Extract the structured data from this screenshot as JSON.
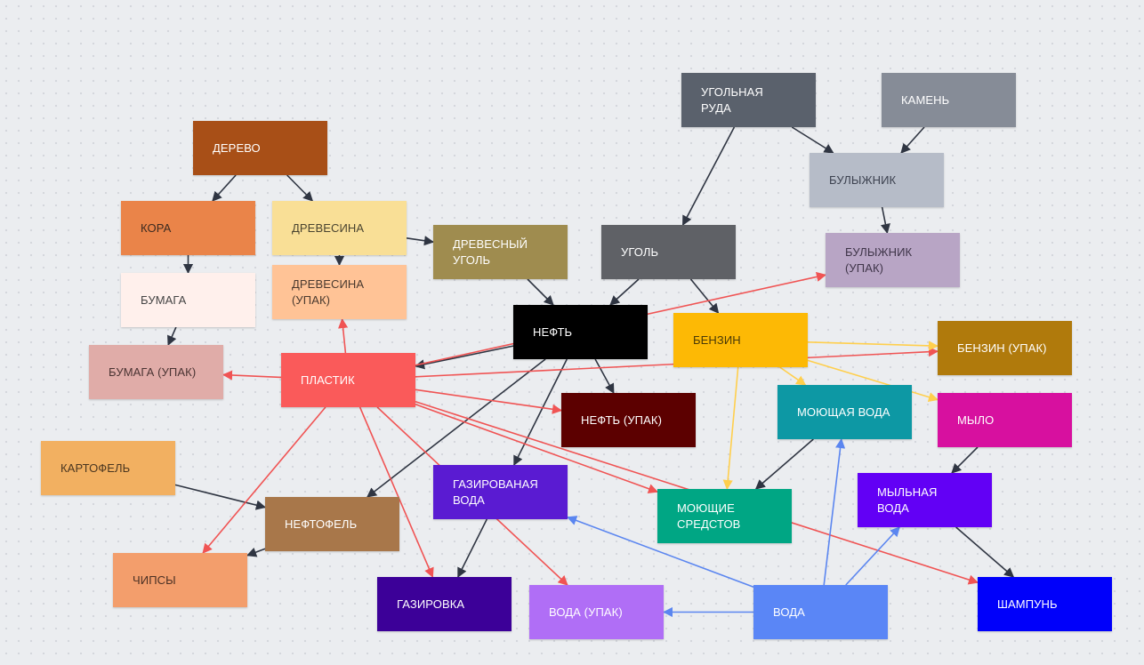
{
  "colors": {
    "edge_dark": "#2f3542",
    "edge_red": "#f05454",
    "edge_yellow": "#ffcf4d",
    "edge_blue": "#5b86f0"
  },
  "nodes": [
    {
      "id": "derevo",
      "label": "ДЕРЕВО",
      "bg": "#a84f17",
      "fg": "#ffffff"
    },
    {
      "id": "kora",
      "label": "КОРА",
      "bg": "#ea8449",
      "fg": "#3b2a20"
    },
    {
      "id": "drevesina",
      "label": "ДРЕВЕСИНА",
      "bg": "#f9df96",
      "fg": "#4a4430"
    },
    {
      "id": "bumaga",
      "label": "БУМАГА",
      "bg": "#fff0ec",
      "fg": "#444444"
    },
    {
      "id": "drevesina_upak",
      "label": "ДРЕВЕСИНА (УПАК)",
      "bg": "#ffc396",
      "fg": "#4a3a2f"
    },
    {
      "id": "bumaga_upak",
      "label": "БУМАГА (УПАК)",
      "bg": "#e0aca8",
      "fg": "#4a3433"
    },
    {
      "id": "drevesny_ugol",
      "label": "ДРЕВЕСНЫЙ УГОЛЬ",
      "bg": "#9f8c4f",
      "fg": "#ffffff"
    },
    {
      "id": "ugolnaya_ruda",
      "label": "УГОЛЬНАЯ РУДА",
      "bg": "#5a616c",
      "fg": "#ffffff"
    },
    {
      "id": "kamen",
      "label": "КАМЕНЬ",
      "bg": "#868c97",
      "fg": "#ffffff"
    },
    {
      "id": "bulyzhnik",
      "label": "БУЛЫЖНИК",
      "bg": "#b6bcc8",
      "fg": "#3d4250"
    },
    {
      "id": "ugol",
      "label": "УГОЛЬ",
      "bg": "#5f6166",
      "fg": "#ffffff"
    },
    {
      "id": "bulyzhnik_upak",
      "label": "БУЛЫЖНИК (УПАК)",
      "bg": "#b8a5c5",
      "fg": "#3f3549"
    },
    {
      "id": "neft",
      "label": "НЕФТЬ",
      "bg": "#000000",
      "fg": "#ffffff"
    },
    {
      "id": "benzin",
      "label": "БЕНЗИН",
      "bg": "#fdb905",
      "fg": "#4a3a08"
    },
    {
      "id": "benzin_upak",
      "label": "БЕНЗИН (УПАК)",
      "bg": "#b07a0c",
      "fg": "#ffffff"
    },
    {
      "id": "plastik",
      "label": "ПЛАСТИК",
      "bg": "#fa5a5a",
      "fg": "#ffffff"
    },
    {
      "id": "neft_upak",
      "label": "НЕФТЬ (УПАК)",
      "bg": "#5c0000",
      "fg": "#ffffff"
    },
    {
      "id": "moyushchaya_voda",
      "label": "МОЮЩАЯ ВОДА",
      "bg": "#0d98a4",
      "fg": "#ffffff"
    },
    {
      "id": "mylo",
      "label": "МЫЛО",
      "bg": "#d7109f",
      "fg": "#ffffff"
    },
    {
      "id": "kartofel",
      "label": "КАРТОФЕЛЬ",
      "bg": "#f2b061",
      "fg": "#4a3620"
    },
    {
      "id": "gazirovannaya_voda",
      "label": "ГАЗИРОВАНАЯ ВОДА",
      "bg": "#5a1bd2",
      "fg": "#ffffff"
    },
    {
      "id": "moyushchie",
      "label": "МОЮЩИЕ СРЕДСТОВ",
      "bg": "#00a684",
      "fg": "#ffffff"
    },
    {
      "id": "mylnaya_voda",
      "label": "МЫЛЬНАЯ ВОДА",
      "bg": "#6200f5",
      "fg": "#ffffff"
    },
    {
      "id": "neftofel",
      "label": "НЕФТОФЕЛЬ",
      "bg": "#a8774a",
      "fg": "#ffffff"
    },
    {
      "id": "chipsy",
      "label": "ЧИПСЫ",
      "bg": "#f39e6c",
      "fg": "#4a3024"
    },
    {
      "id": "gazirovka",
      "label": "ГАЗИРОВКА",
      "bg": "#3c0098",
      "fg": "#ffffff"
    },
    {
      "id": "voda_upak",
      "label": "ВОДА (УПАК)",
      "bg": "#b06ef6",
      "fg": "#ffffff"
    },
    {
      "id": "voda",
      "label": "ВОДА",
      "bg": "#5a86f6",
      "fg": "#ffffff"
    },
    {
      "id": "shampun",
      "label": "ШАМПУНЬ",
      "bg": "#0000fa",
      "fg": "#ffffff"
    }
  ],
  "edges": [
    {
      "from": "derevo",
      "to": "kora",
      "kind": "dark"
    },
    {
      "from": "derevo",
      "to": "drevesina",
      "kind": "dark"
    },
    {
      "from": "kora",
      "to": "bumaga",
      "kind": "dark"
    },
    {
      "from": "drevesina",
      "to": "drevesina_upak",
      "kind": "dark"
    },
    {
      "from": "drevesina",
      "to": "drevesny_ugol",
      "kind": "dark"
    },
    {
      "from": "bumaga",
      "to": "bumaga_upak",
      "kind": "dark"
    },
    {
      "from": "drevesny_ugol",
      "to": "neft",
      "kind": "dark"
    },
    {
      "from": "ugolnaya_ruda",
      "to": "ugol",
      "kind": "dark"
    },
    {
      "from": "ugolnaya_ruda",
      "to": "bulyzhnik",
      "kind": "dark"
    },
    {
      "from": "kamen",
      "to": "bulyzhnik",
      "kind": "dark"
    },
    {
      "from": "bulyzhnik",
      "to": "bulyzhnik_upak",
      "kind": "dark"
    },
    {
      "from": "ugol",
      "to": "neft",
      "kind": "dark"
    },
    {
      "from": "ugol",
      "to": "benzin",
      "kind": "dark"
    },
    {
      "from": "neft",
      "to": "plastik",
      "kind": "dark"
    },
    {
      "from": "neft",
      "to": "neft_upak",
      "kind": "dark"
    },
    {
      "from": "neft",
      "to": "gazirovannaya_voda",
      "kind": "dark"
    },
    {
      "from": "neft",
      "to": "neftofel",
      "kind": "dark"
    },
    {
      "from": "kartofel",
      "to": "neftofel",
      "kind": "dark"
    },
    {
      "from": "neftofel",
      "to": "chipsy",
      "kind": "dark"
    },
    {
      "from": "gazirovannaya_voda",
      "to": "gazirovka",
      "kind": "dark"
    },
    {
      "from": "moyushchaya_voda",
      "to": "moyushchie",
      "kind": "dark"
    },
    {
      "from": "mylo",
      "to": "mylnaya_voda",
      "kind": "dark"
    },
    {
      "from": "mylnaya_voda",
      "to": "shampun",
      "kind": "dark"
    },
    {
      "from": "plastik",
      "to": "bumaga_upak",
      "kind": "red"
    },
    {
      "from": "plastik",
      "to": "drevesina_upak",
      "kind": "red"
    },
    {
      "from": "plastik",
      "to": "bulyzhnik_upak",
      "kind": "red"
    },
    {
      "from": "plastik",
      "to": "benzin_upak",
      "kind": "red"
    },
    {
      "from": "plastik",
      "to": "neft_upak",
      "kind": "red"
    },
    {
      "from": "plastik",
      "to": "chipsy",
      "kind": "red"
    },
    {
      "from": "plastik",
      "to": "gazirovka",
      "kind": "red"
    },
    {
      "from": "plastik",
      "to": "moyushchie",
      "kind": "red"
    },
    {
      "from": "plastik",
      "to": "shampun",
      "kind": "red"
    },
    {
      "from": "plastik",
      "to": "voda_upak",
      "kind": "red"
    },
    {
      "from": "benzin",
      "to": "benzin_upak",
      "kind": "yellow"
    },
    {
      "from": "benzin",
      "to": "moyushchaya_voda",
      "kind": "yellow"
    },
    {
      "from": "benzin",
      "to": "mylo",
      "kind": "yellow"
    },
    {
      "from": "benzin",
      "to": "moyushchie",
      "kind": "yellow"
    },
    {
      "from": "voda",
      "to": "gazirovannaya_voda",
      "kind": "blue"
    },
    {
      "from": "voda",
      "to": "voda_upak",
      "kind": "blue"
    },
    {
      "from": "voda",
      "to": "moyushchaya_voda",
      "kind": "blue"
    },
    {
      "from": "voda",
      "to": "mylnaya_voda",
      "kind": "blue"
    }
  ]
}
